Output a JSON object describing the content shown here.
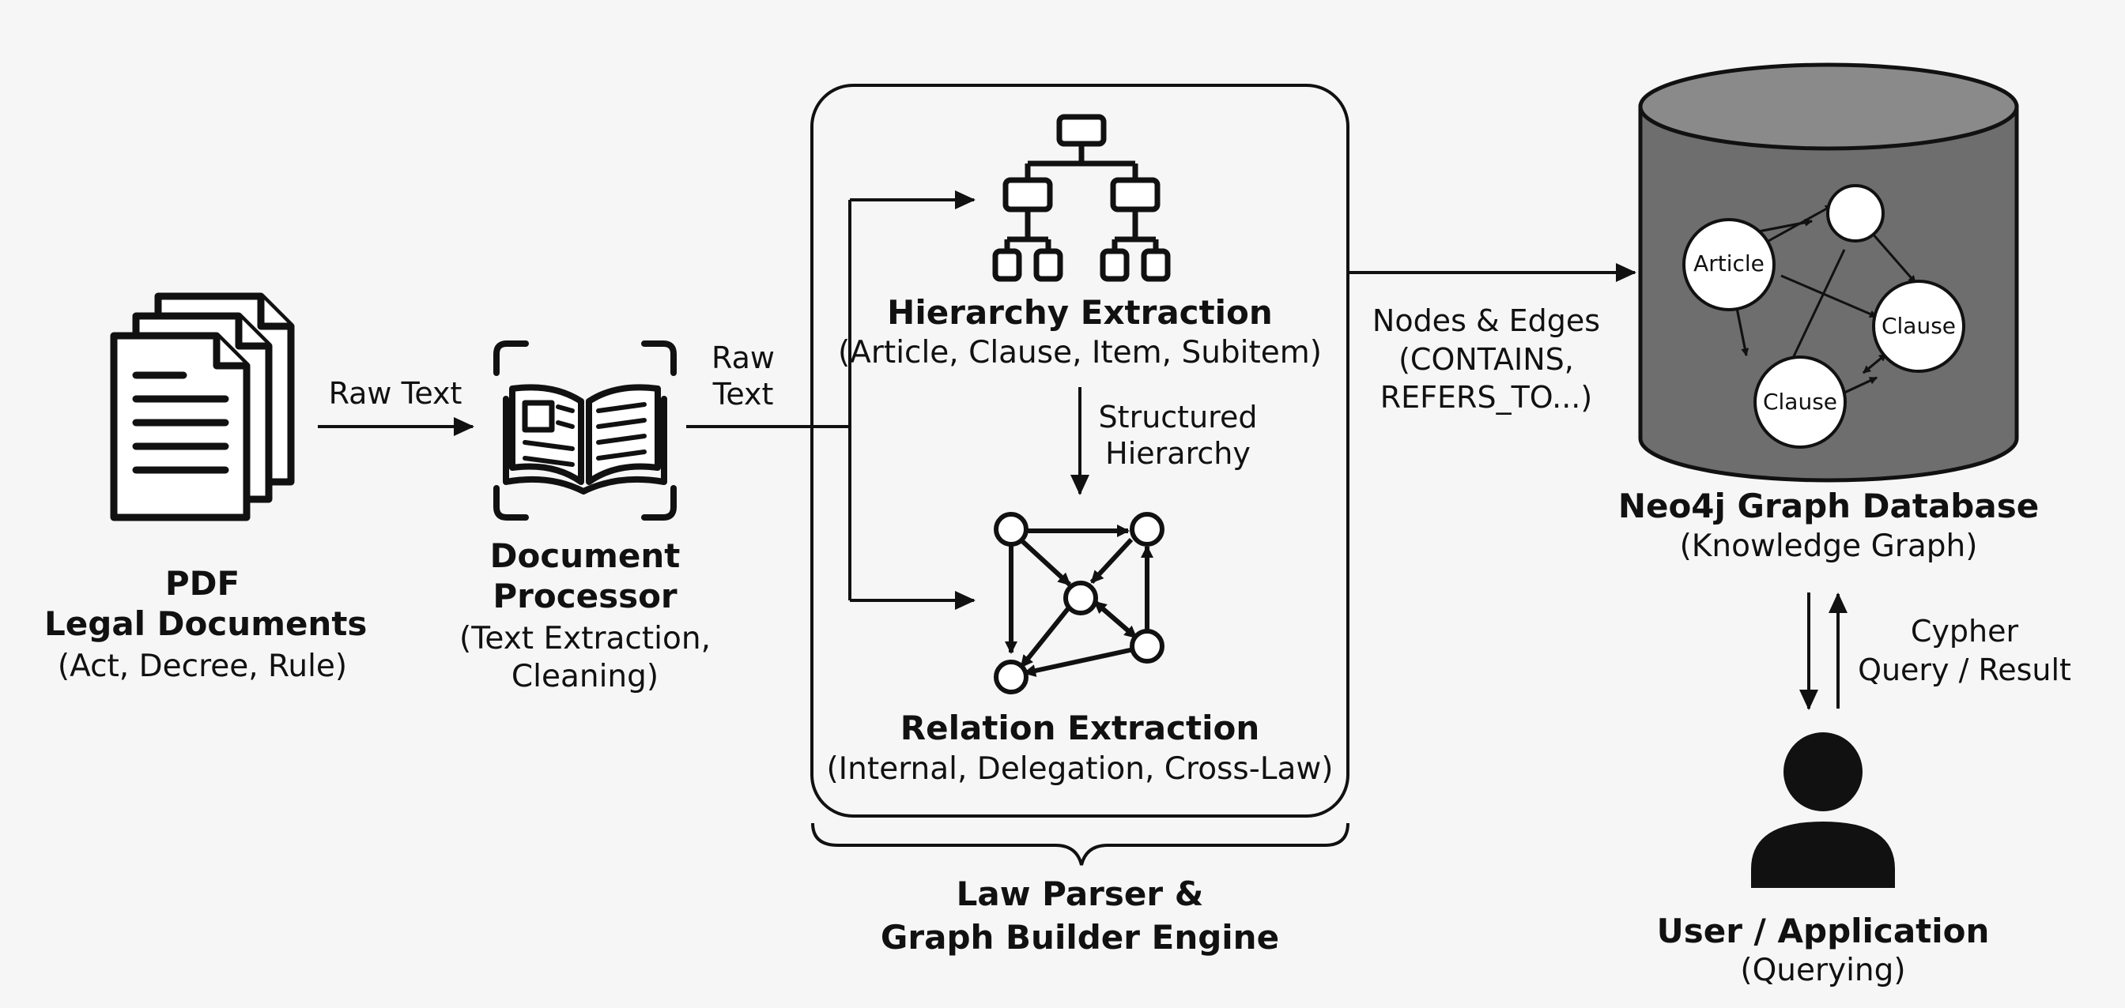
{
  "pdf": {
    "title_line1": "PDF",
    "title_line2": "Legal Documents",
    "subtitle": "(Act, Decree, Rule)",
    "icon": "document-stack-icon"
  },
  "edge_raw_text_1": "Raw Text",
  "processor": {
    "title_line1": "Document",
    "title_line2": "Processor",
    "subtitle_line1": "(Text Extraction,",
    "subtitle_line2": "Cleaning)",
    "icon": "open-book-icon"
  },
  "edge_raw_text_2": {
    "line1": "Raw",
    "line2": "Text"
  },
  "hierarchy": {
    "title": "Hierarchy Extraction",
    "subtitle": "(Article, Clause, Item, Subitem)",
    "icon": "tree-hierarchy-icon"
  },
  "edge_structured": {
    "line1": "Structured",
    "line2": "Hierarchy"
  },
  "relation": {
    "title": "Relation Extraction",
    "subtitle": "(Internal, Delegation, Cross-Law)",
    "icon": "relation-graph-icon"
  },
  "engine": {
    "line1": "Law Parser &",
    "line2": "Graph Builder Engine"
  },
  "edge_nodes": {
    "line1": "Nodes & Edges",
    "line2": "(CONTAINS,",
    "line3": "REFERS_TO...)"
  },
  "database": {
    "title": "Neo4j Graph Database",
    "subtitle": "(Knowledge Graph)",
    "node_article": "Article",
    "node_clause_1": "Clause",
    "node_clause_2": "Clause",
    "icon": "database-cylinder-icon"
  },
  "edge_cypher": {
    "line1": "Cypher",
    "line2": "Query / Result"
  },
  "user": {
    "title": "User / Application",
    "subtitle": "(Querying)",
    "icon": "user-icon"
  },
  "colors": {
    "background": "#f6f6f6",
    "stroke": "#111111",
    "cylinder_body": "#6e6e6e",
    "cylinder_top": "#8a8a8a"
  }
}
